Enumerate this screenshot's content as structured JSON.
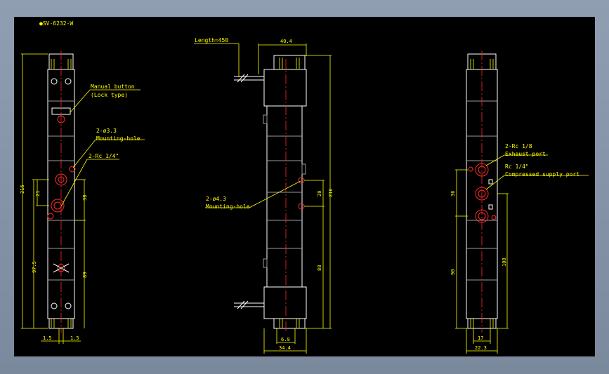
{
  "drawing": {
    "title": "●SV-6232-W",
    "length_label": "Length=450",
    "colors": {
      "background": "#000000",
      "line": "#ffffff",
      "dimension": "#ffff00",
      "hidden": "#ff2a2a",
      "frame": "#7f8fa1"
    }
  },
  "left_view": {
    "callouts": {
      "manual_button_1": "Manual button",
      "manual_button_2": "(Lock type)",
      "mount_hole_1": "2-ø3.3",
      "mount_hole_2": "Mounting-hole",
      "port": "2-Rc 1/4\""
    },
    "dims": {
      "overall_height": "216",
      "lower_height": "97.5",
      "port_pitch_left": "21",
      "port_pitch_right": "38",
      "lower_right": "89",
      "bottom_left": "1.5",
      "bottom_right": "1.5"
    }
  },
  "center_view": {
    "callouts": {
      "mount_hole_1": "2-ø4.3",
      "mount_hole_2": "Mounting-hole"
    },
    "dims": {
      "top_width": "40.4",
      "hole_pitch": "20",
      "overall_height": "216",
      "lower": "88",
      "bottom_inner": "6.9",
      "bottom_width": "34.4"
    }
  },
  "right_view": {
    "callouts": {
      "exhaust_1": "2-Rc 1/8",
      "exhaust_2": "Exhaust port",
      "supply_1": "Rc 1/4\"",
      "supply_2": "Compressed supply port"
    },
    "dims": {
      "port_pitch": "36",
      "lower_left": "90",
      "lower_right": "108",
      "bottom_inner": "17",
      "bottom_width": "22.3"
    }
  }
}
